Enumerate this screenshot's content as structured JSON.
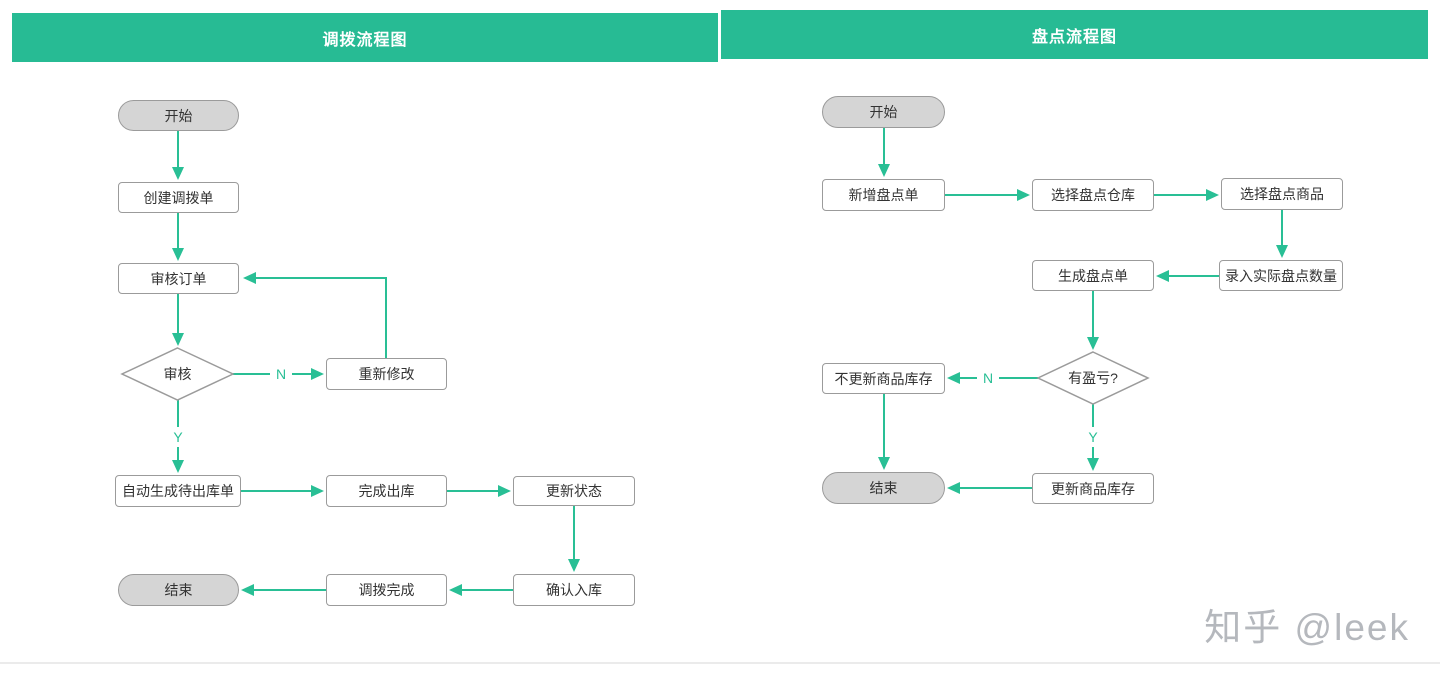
{
  "left_chart": {
    "title": "调拨流程图",
    "nodes": {
      "start": "开始",
      "create_transfer_order": "创建调拨单",
      "review_order": "审核订单",
      "review_decision": "审核",
      "re_modify": "重新修改",
      "auto_generate_outbound": "自动生成待出库单",
      "complete_outbound": "完成出库",
      "update_status": "更新状态",
      "confirm_inbound": "确认入库",
      "transfer_complete": "调拨完成",
      "end": "结束"
    },
    "decision_labels": {
      "no": "N",
      "yes": "Y"
    },
    "edges": [
      {
        "from": "start",
        "to": "create_transfer_order"
      },
      {
        "from": "create_transfer_order",
        "to": "review_order"
      },
      {
        "from": "review_order",
        "to": "review_decision"
      },
      {
        "from": "review_decision",
        "to": "re_modify",
        "label": "N"
      },
      {
        "from": "re_modify",
        "to": "review_order"
      },
      {
        "from": "review_decision",
        "to": "auto_generate_outbound",
        "label": "Y"
      },
      {
        "from": "auto_generate_outbound",
        "to": "complete_outbound"
      },
      {
        "from": "complete_outbound",
        "to": "update_status"
      },
      {
        "from": "update_status",
        "to": "confirm_inbound"
      },
      {
        "from": "confirm_inbound",
        "to": "transfer_complete"
      },
      {
        "from": "transfer_complete",
        "to": "end"
      }
    ]
  },
  "right_chart": {
    "title": "盘点流程图",
    "nodes": {
      "start": "开始",
      "add_count_order": "新增盘点单",
      "select_warehouse": "选择盘点仓库",
      "select_goods": "选择盘点商品",
      "enter_actual_quantity": "录入实际盘点数量",
      "generate_count_order": "生成盘点单",
      "profit_loss_decision": "有盈亏?",
      "no_update_stock": "不更新商品库存",
      "update_stock": "更新商品库存",
      "end": "结束"
    },
    "decision_labels": {
      "no": "N",
      "yes": "Y"
    },
    "edges": [
      {
        "from": "start",
        "to": "add_count_order"
      },
      {
        "from": "add_count_order",
        "to": "select_warehouse"
      },
      {
        "from": "select_warehouse",
        "to": "select_goods"
      },
      {
        "from": "select_goods",
        "to": "enter_actual_quantity"
      },
      {
        "from": "enter_actual_quantity",
        "to": "generate_count_order"
      },
      {
        "from": "generate_count_order",
        "to": "profit_loss_decision"
      },
      {
        "from": "profit_loss_decision",
        "to": "no_update_stock",
        "label": "N"
      },
      {
        "from": "no_update_stock",
        "to": "end"
      },
      {
        "from": "profit_loss_decision",
        "to": "update_stock",
        "label": "Y"
      },
      {
        "from": "update_stock",
        "to": "end"
      }
    ]
  },
  "watermark": "知乎 @leek",
  "colors": {
    "header_bar": "#27bb94",
    "arrow": "#29bf95",
    "node_border": "#9b9b9b",
    "terminal_fill": "#d5d5d5"
  }
}
